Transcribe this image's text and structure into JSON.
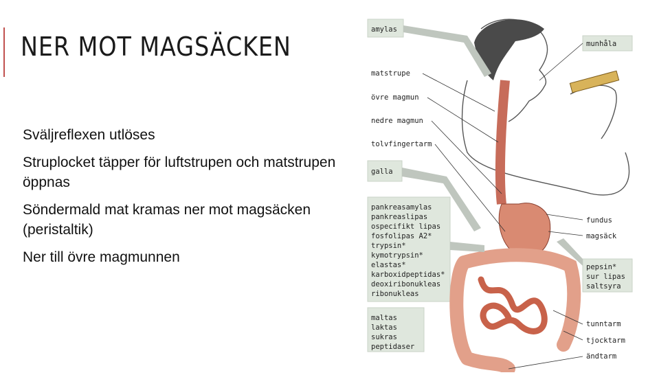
{
  "slide": {
    "title": "NER MOT MAGSÄCKEN",
    "bullets": [
      "Sväljreflexen utlöses",
      "Struplocket täpper för luftstrupen och matstrupen öppnas",
      "Söndermald mat kramas ner mot magsäcken (peristaltik)",
      "Ner till övre magmunnen"
    ]
  },
  "figure": {
    "left_labels": {
      "amylas": "amylas",
      "matstrupe": "matstrupe",
      "ovre_magmun": "övre magmun",
      "nedre_magmun": "nedre magmun",
      "tolvfingertarm": "tolvfingertarm",
      "galla": "galla",
      "pancreas_enzymes": [
        "pankreasamylas",
        "pankreaslipas",
        "ospecifikt lipas",
        "fosfolipas A2*",
        "trypsin*",
        "kymotrypsin*",
        "elastas*",
        "karboxidpeptidas*",
        "deoxiribonukleas",
        "ribonukleas"
      ],
      "intestinal_enzymes": [
        "maltas",
        "laktas",
        "sukras",
        "peptidaser"
      ]
    },
    "right_labels": {
      "munhala": "munhåla",
      "fundus": "fundus",
      "magsack": "magsäck",
      "stomach_enzymes": [
        "pepsin*",
        "sur lipas",
        "saltsyra"
      ],
      "tunntarm": "tunntarm",
      "tjocktarm": "tjocktarm",
      "andtarm": "ändtarm"
    }
  }
}
